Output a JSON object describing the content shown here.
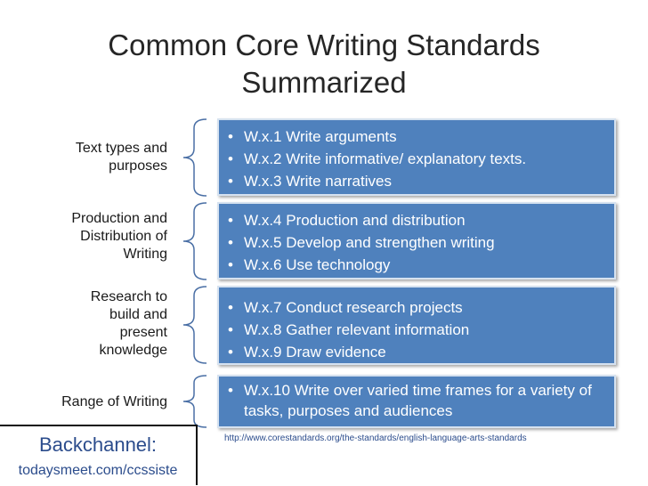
{
  "slide": {
    "title_line1": "Common Core Writing Standards",
    "title_line2": "Summarized"
  },
  "categories": [
    {
      "label_lines": [
        "Text types and",
        "purposes"
      ],
      "items": [
        "W.x.1 Write arguments",
        "W.x.2 Write informative/ explanatory texts.",
        "W.x.3 Write narratives"
      ]
    },
    {
      "label_lines": [
        "Production and",
        "Distribution of",
        "Writing"
      ],
      "items": [
        "W.x.4 Production and distribution",
        "W.x.5 Develop and strengthen writing",
        "W.x.6 Use technology"
      ]
    },
    {
      "label_lines": [
        "Research to",
        "build and",
        "present",
        "knowledge"
      ],
      "items": [
        "W.x.7 Conduct research projects",
        "W.x.8 Gather relevant information",
        "W.x.9 Draw evidence"
      ]
    },
    {
      "label_lines": [
        "Range of Writing"
      ],
      "items": [
        "W.x.10 Write over varied time frames for a variety of tasks, purposes and audiences"
      ]
    }
  ],
  "source_url": "http://www.corestandards.org/the-standards/english-language-arts-standards",
  "backchannel": {
    "title": "Backchannel:",
    "url": "todaysmeet.com/ccssiste"
  },
  "colors": {
    "box_fill": "#4f81bd",
    "box_border": "#d6e2f0",
    "link_text": "#2b4c8c"
  }
}
